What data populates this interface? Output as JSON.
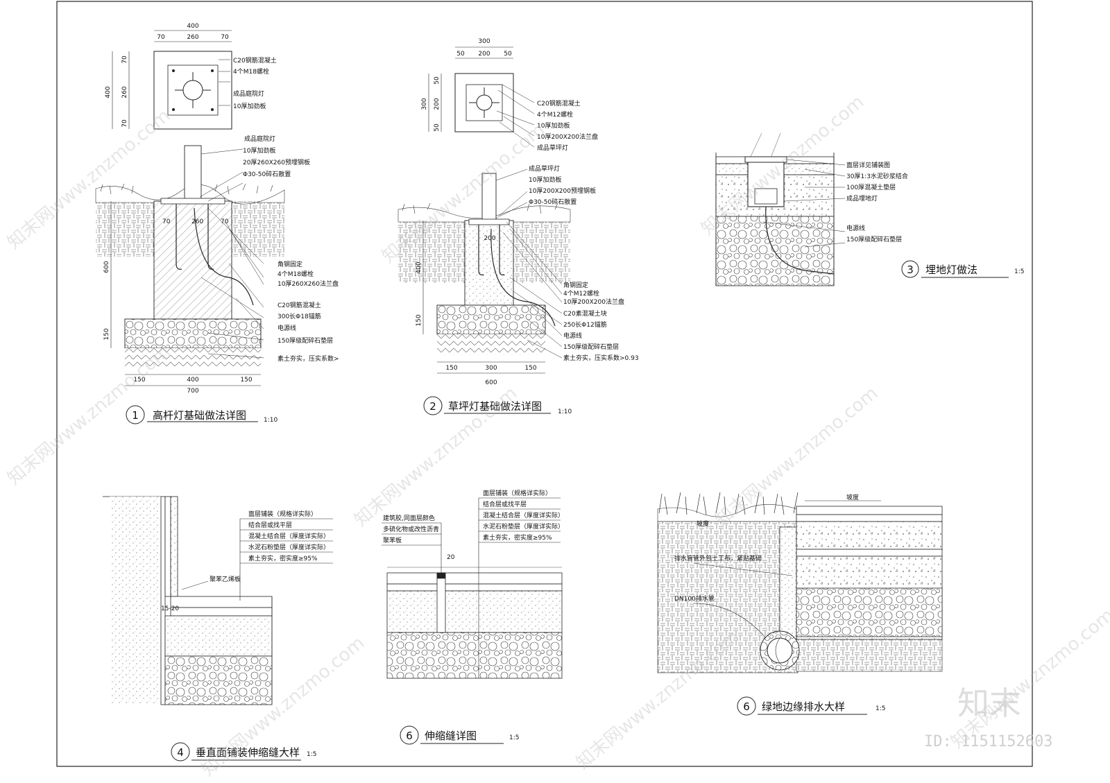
{
  "details": [
    {
      "id": "d1",
      "number": "1",
      "title": "高杆灯基础做法详图",
      "scale": "1:10",
      "plan_labels": [
        "C20钢筋混凝土",
        "4个M18螺栓",
        "成品庭院灯",
        "10厚加劲板"
      ],
      "section_labels": [
        "成品庭院灯",
        "10厚加劲板",
        "20厚260X260预埋钢板",
        "Φ30-50碎石散置",
        "角钢固定",
        "4个M18螺栓",
        "10厚260X260法兰盘",
        "C20钢筋混凝土",
        "300长Φ18锚筋",
        "电源线",
        "150厚级配碎石垫层",
        "素土夯实，压实系数>"
      ],
      "dims": {
        "plan_top": [
          "400",
          "70",
          "260",
          "70"
        ],
        "plan_side": [
          "400",
          "70",
          "260",
          "70"
        ],
        "section": [
          "70",
          "260",
          "70",
          "600",
          "150"
        ],
        "bottom": [
          "150",
          "400",
          "150",
          "700"
        ]
      }
    },
    {
      "id": "d2",
      "number": "2",
      "title": "草坪灯基础做法详图",
      "scale": "1:10",
      "plan_labels": [
        "C20钢筋混凝土",
        "4个M12螺栓",
        "10厚加劲板",
        "10厚200X200法兰盘",
        "成品草坪灯"
      ],
      "section_labels": [
        "成品草坪灯",
        "10厚加劲板",
        "10厚200X200预埋钢板",
        "Φ30-50碎石散置",
        "角钢固定",
        "4个M12螺栓",
        "10厚200X200法兰盘",
        "C20素混凝土块",
        "250长Φ12锚筋",
        "电源线",
        "150厚级配碎石垫层",
        "素土夯实，压实系数>0.93"
      ],
      "dims": {
        "plan_top": [
          "300",
          "50",
          "200",
          "50"
        ],
        "plan_side": [
          "300",
          "50",
          "200",
          "50"
        ],
        "section": [
          "200",
          "400",
          "150"
        ],
        "bottom": [
          "150",
          "300",
          "150",
          "600"
        ]
      }
    },
    {
      "id": "d3",
      "number": "3",
      "title": "埋地灯做法",
      "scale": "1:5",
      "labels": [
        "面层详见铺装图",
        "30厚1:3水泥砂浆结合",
        "100厚混凝土垫层",
        "成品埋地灯",
        "电源线",
        "150厚级配碎石垫层"
      ]
    },
    {
      "id": "d4",
      "number": "4",
      "title": "垂直面铺装伸缩缝大样",
      "scale": "1:5",
      "labels": [
        "面层铺装（规格详实际）",
        "结合层或找平层",
        "混凝土结合层（厚度详实际）",
        "水泥石粉垫层（厚度详实际）",
        "素土夯实，密实度≥95%",
        "聚苯乙烯板"
      ],
      "dims": [
        "15-20"
      ]
    },
    {
      "id": "d5",
      "number": "6",
      "title": "伸缩缝详图",
      "scale": "1:5",
      "labels_left": [
        "建筑胶,同面层颜色",
        "多硫化物或改性沥青",
        "聚苯板"
      ],
      "labels_right": [
        "面层铺装（规格详实际）",
        "结合层或找平层",
        "混凝土结合层（厚度详实际）",
        "水泥石粉垫层（厚度详实际）",
        "素土夯实，密实度≥95%"
      ],
      "dims": [
        "20"
      ]
    },
    {
      "id": "d6",
      "number": "6",
      "title": "绿地边缘排水大样",
      "scale": "1:5",
      "labels": [
        "坡度",
        "坡度",
        "排水盲管外包土工布，紧贴基础",
        "DN100排水管"
      ]
    }
  ],
  "watermark": {
    "text": "知末网www.znzmo.com",
    "logo": "知末",
    "id_text": "ID: 1151152603"
  }
}
